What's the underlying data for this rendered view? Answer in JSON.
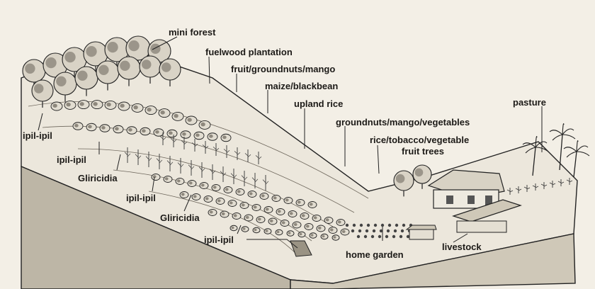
{
  "labels": {
    "mini_forest": "mini forest",
    "fuelwood_plantation": "fuelwood plantation",
    "fruit_groundnuts_mango": "fruit/groundnuts/mango",
    "maize_blackbean": "maize/blackbean",
    "upland_rice": "upland rice",
    "groundnuts_mango_vegetables": "groundnuts/mango/vegetables",
    "rice_tobacco_vegetable": "rice/tobacco/vegetable",
    "fruit_trees": "fruit trees",
    "pasture": "pasture",
    "ipil_ipil_1": "ipil-ipil",
    "ipil_ipil_2": "ipil-ipil",
    "gliricidia_1": "Gliricidia",
    "ipil_ipil_3": "ipil-ipil",
    "gliricidia_2": "Gliricidia",
    "ipil_ipil_4": "ipil-ipil",
    "home_garden": "home garden",
    "livestock": "livestock"
  },
  "colors": {
    "background": "#f3efe6",
    "ink": "#1c1a17",
    "ground_top": "#ece7dc",
    "ground_side": "#bdb6a6"
  }
}
